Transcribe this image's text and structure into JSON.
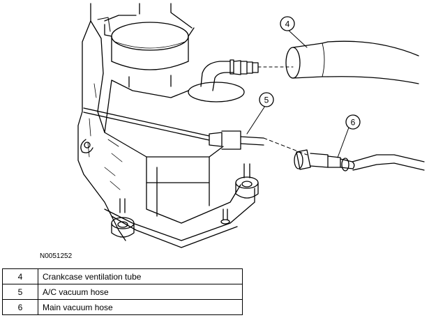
{
  "figure": {
    "id": "N0051252",
    "callouts": [
      {
        "number": "4"
      },
      {
        "number": "5"
      },
      {
        "number": "6"
      }
    ]
  },
  "legend": [
    {
      "number": "4",
      "description": "Crankcase ventilation tube"
    },
    {
      "number": "5",
      "description": "A/C vacuum hose"
    },
    {
      "number": "6",
      "description": "Main vacuum hose"
    }
  ]
}
